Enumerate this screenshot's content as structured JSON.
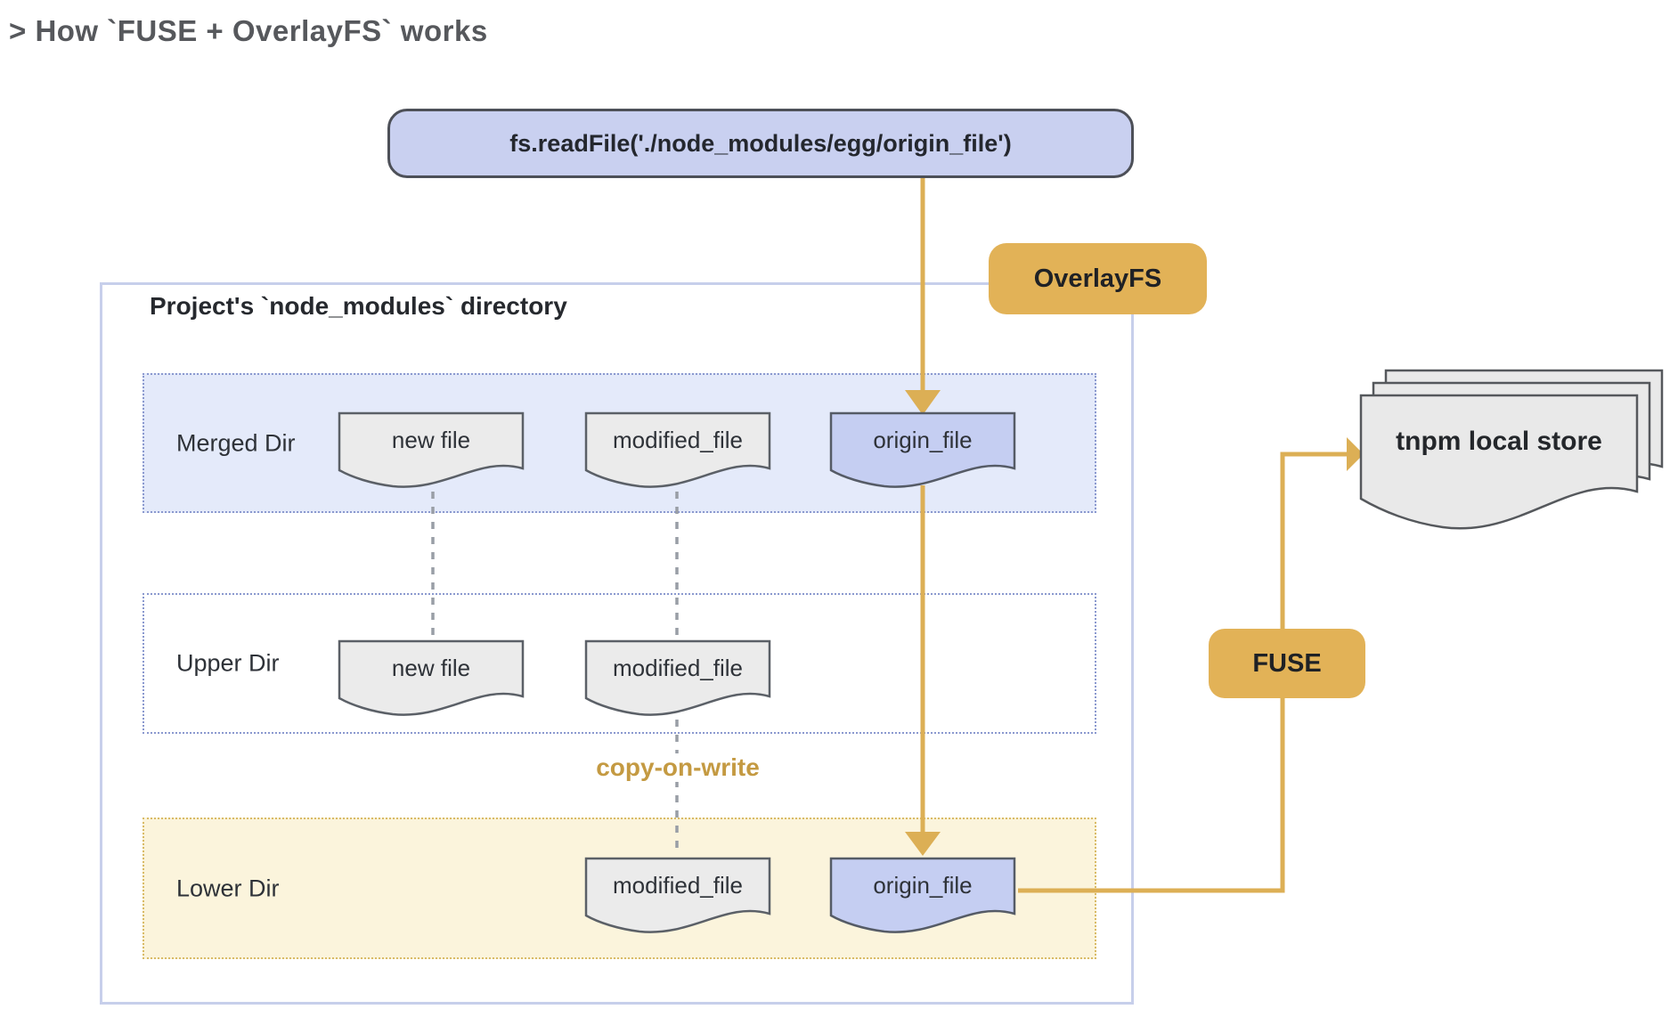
{
  "title": "> How `FUSE + OverlayFS` works",
  "read_call": {
    "label": "fs.readFile('./node_modules/egg/origin_file')"
  },
  "container": {
    "label": "Project's `node_modules` directory"
  },
  "rows": [
    {
      "id": "merged",
      "label": "Merged Dir",
      "files": [
        {
          "label": "new file"
        },
        {
          "label": "modified_file"
        },
        {
          "label": "origin_file"
        }
      ]
    },
    {
      "id": "upper",
      "label": "Upper Dir",
      "files": [
        {
          "label": "new file"
        },
        {
          "label": "modified_file"
        }
      ]
    },
    {
      "id": "lower",
      "label": "Lower Dir",
      "files": [
        {
          "label": "modified_file"
        },
        {
          "label": "origin_file"
        }
      ]
    }
  ],
  "badges": {
    "overlayfs": "OverlayFS",
    "fuse": "FUSE"
  },
  "annotations": {
    "copy_on_write": "copy-on-write"
  },
  "store": {
    "label": "tnpm local store"
  },
  "colors": {
    "accent_gold": "#e2b257",
    "arrow_gold": "#dcaf55",
    "purple_fill": "#c5cef2",
    "call_box_fill": "#c9d0f0",
    "merged_band_bg": "#e4eafa",
    "lower_band_bg": "#fbf4dc",
    "container_border": "#c7cfeb",
    "dashed_connector": "#999ea6",
    "file_gray_fill": "#ebebeb"
  }
}
